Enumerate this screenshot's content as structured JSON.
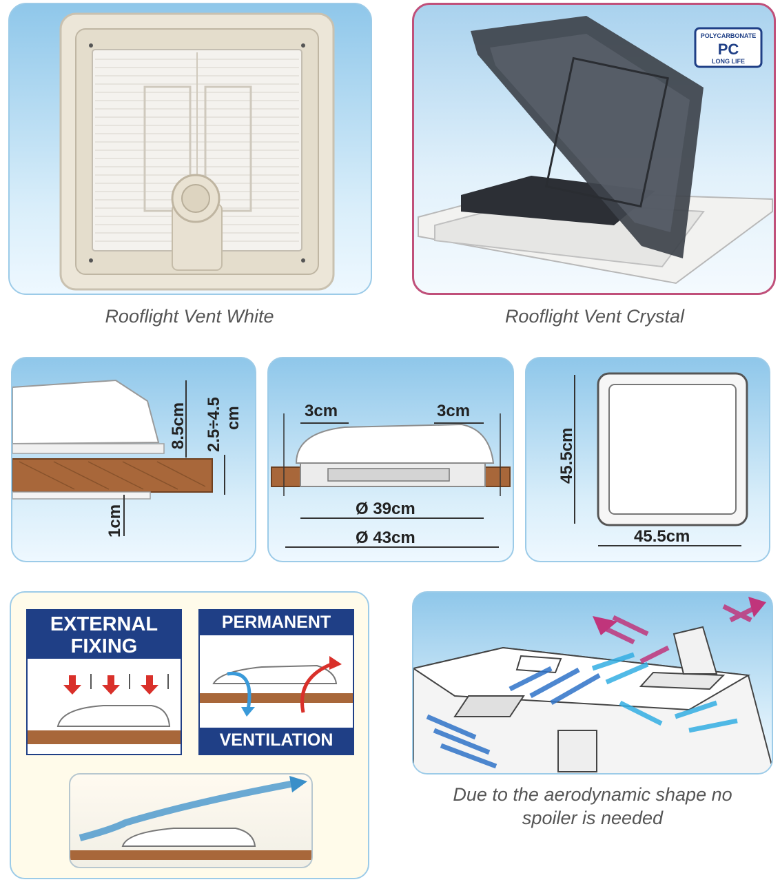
{
  "product_white": {
    "caption": "Rooflight Vent White"
  },
  "product_crystal": {
    "caption": "Rooflight Vent Crystal",
    "badge_top": "POLYCARBONATE",
    "badge_main": "PC",
    "badge_bottom": "LONG LIFE"
  },
  "dimensions": {
    "side_height": "8.5cm",
    "roof_thickness": "2.5÷4.5",
    "roof_thickness_unit": "cm",
    "inner_flange": "1cm",
    "overlap_left": "3cm",
    "overlap_right": "3cm",
    "cutout_diameter": "Ø 39cm",
    "outer_diameter": "Ø 43cm",
    "height_front": "45.5cm",
    "width_front": "45.5cm"
  },
  "features": {
    "fixing_line1": "EXTERNAL",
    "fixing_line2": "FIXING",
    "ventilation_top": "PERMANENT",
    "ventilation_bottom": "VENTILATION",
    "aero_caption_line1": "Due to the aerodynamic shape no",
    "aero_caption_line2": "spoiler is needed"
  },
  "colors": {
    "accent_blue": "#1f3f86",
    "border_pink": "#c0507a",
    "arrow_red": "#d9302a",
    "wood": "#a8673a"
  }
}
